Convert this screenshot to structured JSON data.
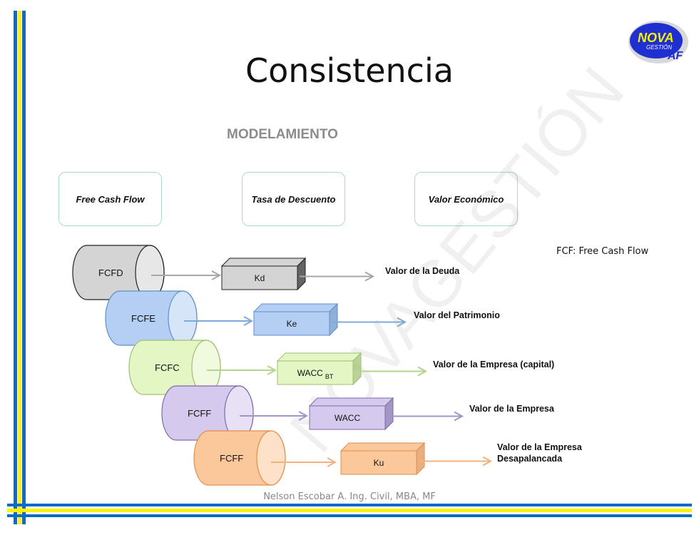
{
  "title": "Consistencia",
  "subtitle": "MODELAMIENTO",
  "cards": [
    "Free Cash Flow",
    "Tasa de Descuento",
    "Valor Económico"
  ],
  "note": "FCF: Free Cash Flow",
  "footer": "Nelson Escobar A. Ing. Civil, MBA, MF",
  "logo": {
    "line1": "NOVA",
    "line2": "GESTIÓN",
    "line3": "AF"
  },
  "watermark": "NOVAGESTIÓN",
  "rows": [
    {
      "flow": "FCFD",
      "rate": "Kd",
      "rate_sub": "",
      "value": [
        "Valor de la Deuda"
      ],
      "color": "#a8a8a8",
      "fill": "#d4d4d4",
      "stroke": "#222222"
    },
    {
      "flow": "FCFE",
      "rate": "Ke",
      "rate_sub": "",
      "value": [
        "Valor del Patrimonio"
      ],
      "color": "#7fa9d9",
      "fill": "#b4cff3",
      "stroke": "#5f8fc9"
    },
    {
      "flow": "FCFC",
      "rate": "WACC",
      "rate_sub": "BT",
      "value": [
        "Valor de la Empresa (capital)"
      ],
      "color": "#b3d68c",
      "fill": "#e3f6c4",
      "stroke": "#9cc06e"
    },
    {
      "flow": "FCFF",
      "rate": "WACC",
      "rate_sub": "",
      "value": [
        "Valor de la Empresa"
      ],
      "color": "#a593c8",
      "fill": "#d6c9ee",
      "stroke": "#7e6aa8"
    },
    {
      "flow": "FCFF",
      "rate": "Ku",
      "rate_sub": "",
      "value": [
        "Valor de la Empresa",
        "Desapalancada"
      ],
      "color": "#f6b27e",
      "fill": "#fbc89c",
      "stroke": "#e08d4c"
    }
  ]
}
